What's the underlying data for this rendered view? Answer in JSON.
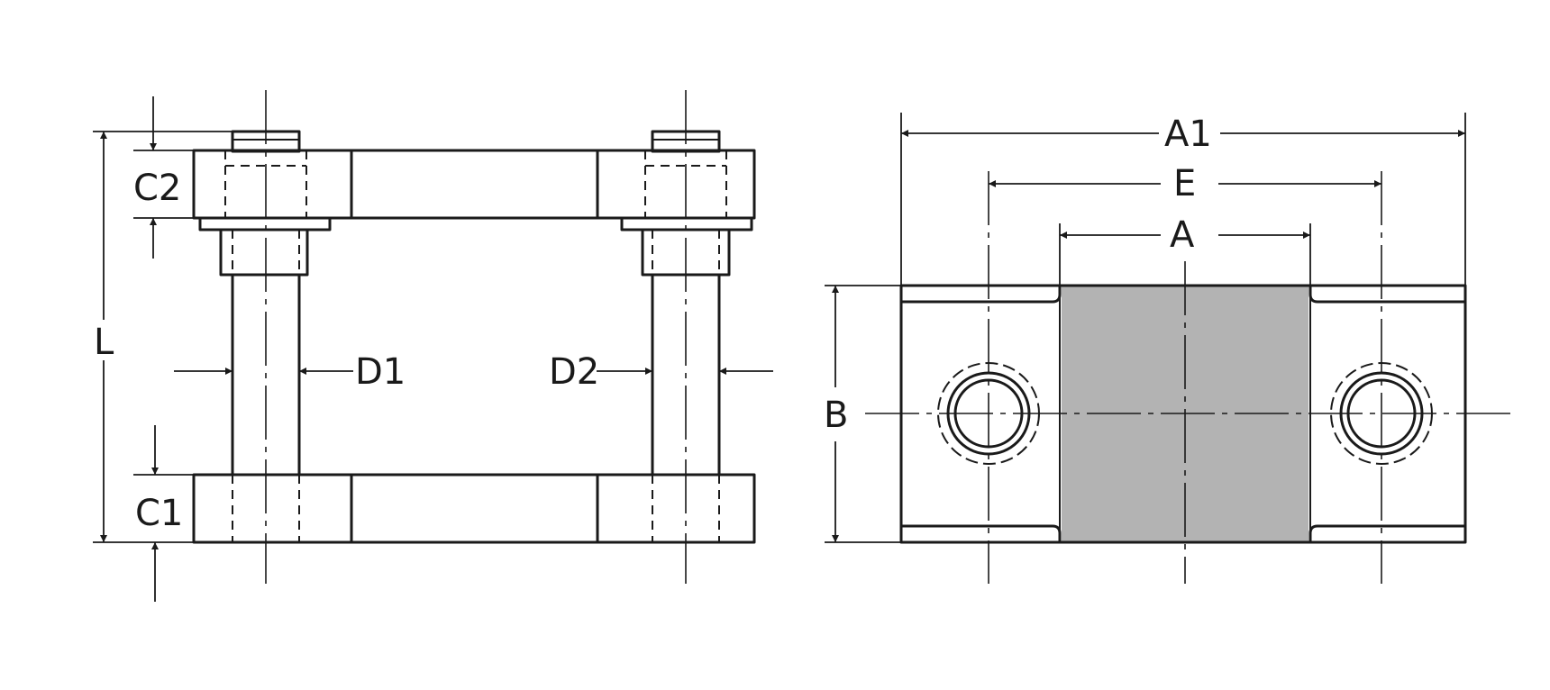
{
  "labels": {
    "c2": "C2",
    "c1": "C1",
    "l": "L",
    "d1": "D1",
    "d2": "D2",
    "a1": "A1",
    "e": "E",
    "a": "A",
    "b": "B"
  },
  "colors": {
    "line": "#1a1a1a",
    "insert_fill": "#b3b3b3",
    "background": "#ffffff"
  }
}
